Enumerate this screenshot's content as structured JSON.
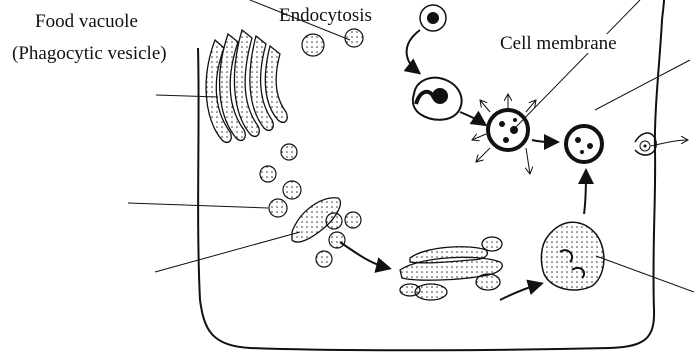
{
  "labels": {
    "food_vacuole": "Food vacuole",
    "phagocytic_vesicle": "(Phagocytic vesicle)",
    "endocytosis": "Endocytosis",
    "cell_membrane": "Cell membrane"
  },
  "colors": {
    "ink": "#111111",
    "background": "#ffffff"
  }
}
